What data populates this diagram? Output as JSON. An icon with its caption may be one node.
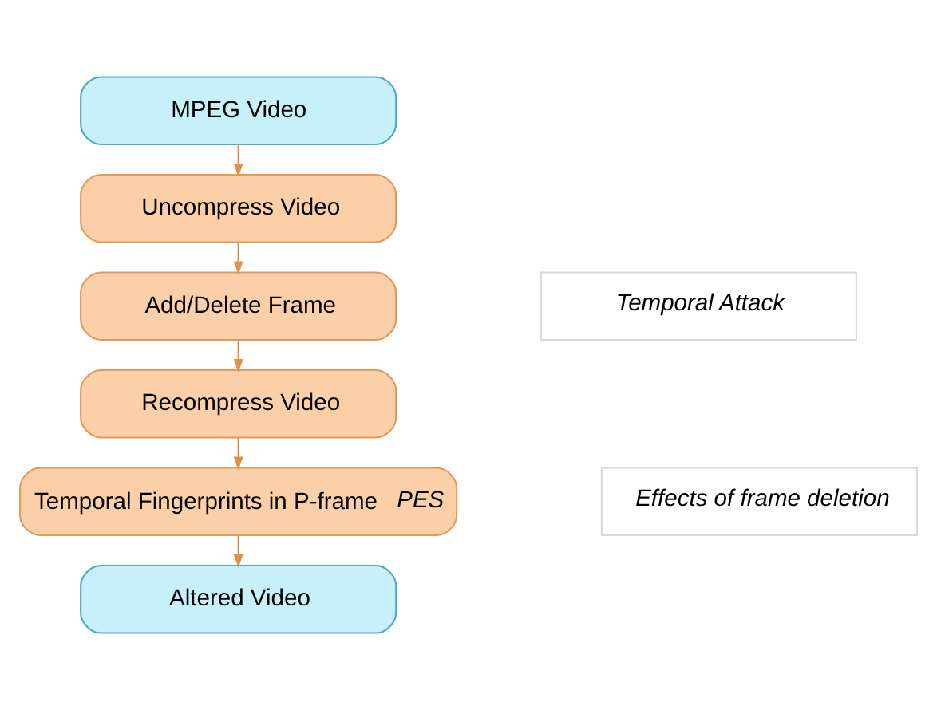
{
  "diagram": {
    "nodes": [
      {
        "text": [
          "MPEG Video"
        ]
      },
      {
        "text": [
          "Uncompress Video"
        ]
      },
      {
        "text": [
          "Add/Delete Frame"
        ]
      },
      {
        "text": [
          "Recompress Video"
        ]
      },
      {
        "text": [
          "Temporal Fingerprints in P-frame *PES*"
        ]
      },
      {
        "text": [
          "Altered Video"
        ]
      },
      {
        "text": [
          "Temporal Attack"
        ]
      },
      {
        "text": [
          "Effects of frame deletion"
        ]
      }
    ],
    "edges": [
      {
        "from": 0,
        "to": 1,
        "arrow": "to"
      },
      {
        "from": 1,
        "to": 2,
        "arrow": "to"
      },
      {
        "from": 2,
        "to": 3,
        "arrow": "to"
      },
      {
        "from": 3,
        "to": 4,
        "arrow": "to"
      },
      {
        "from": 4,
        "to": 5,
        "arrow": "to"
      }
    ]
  }
}
